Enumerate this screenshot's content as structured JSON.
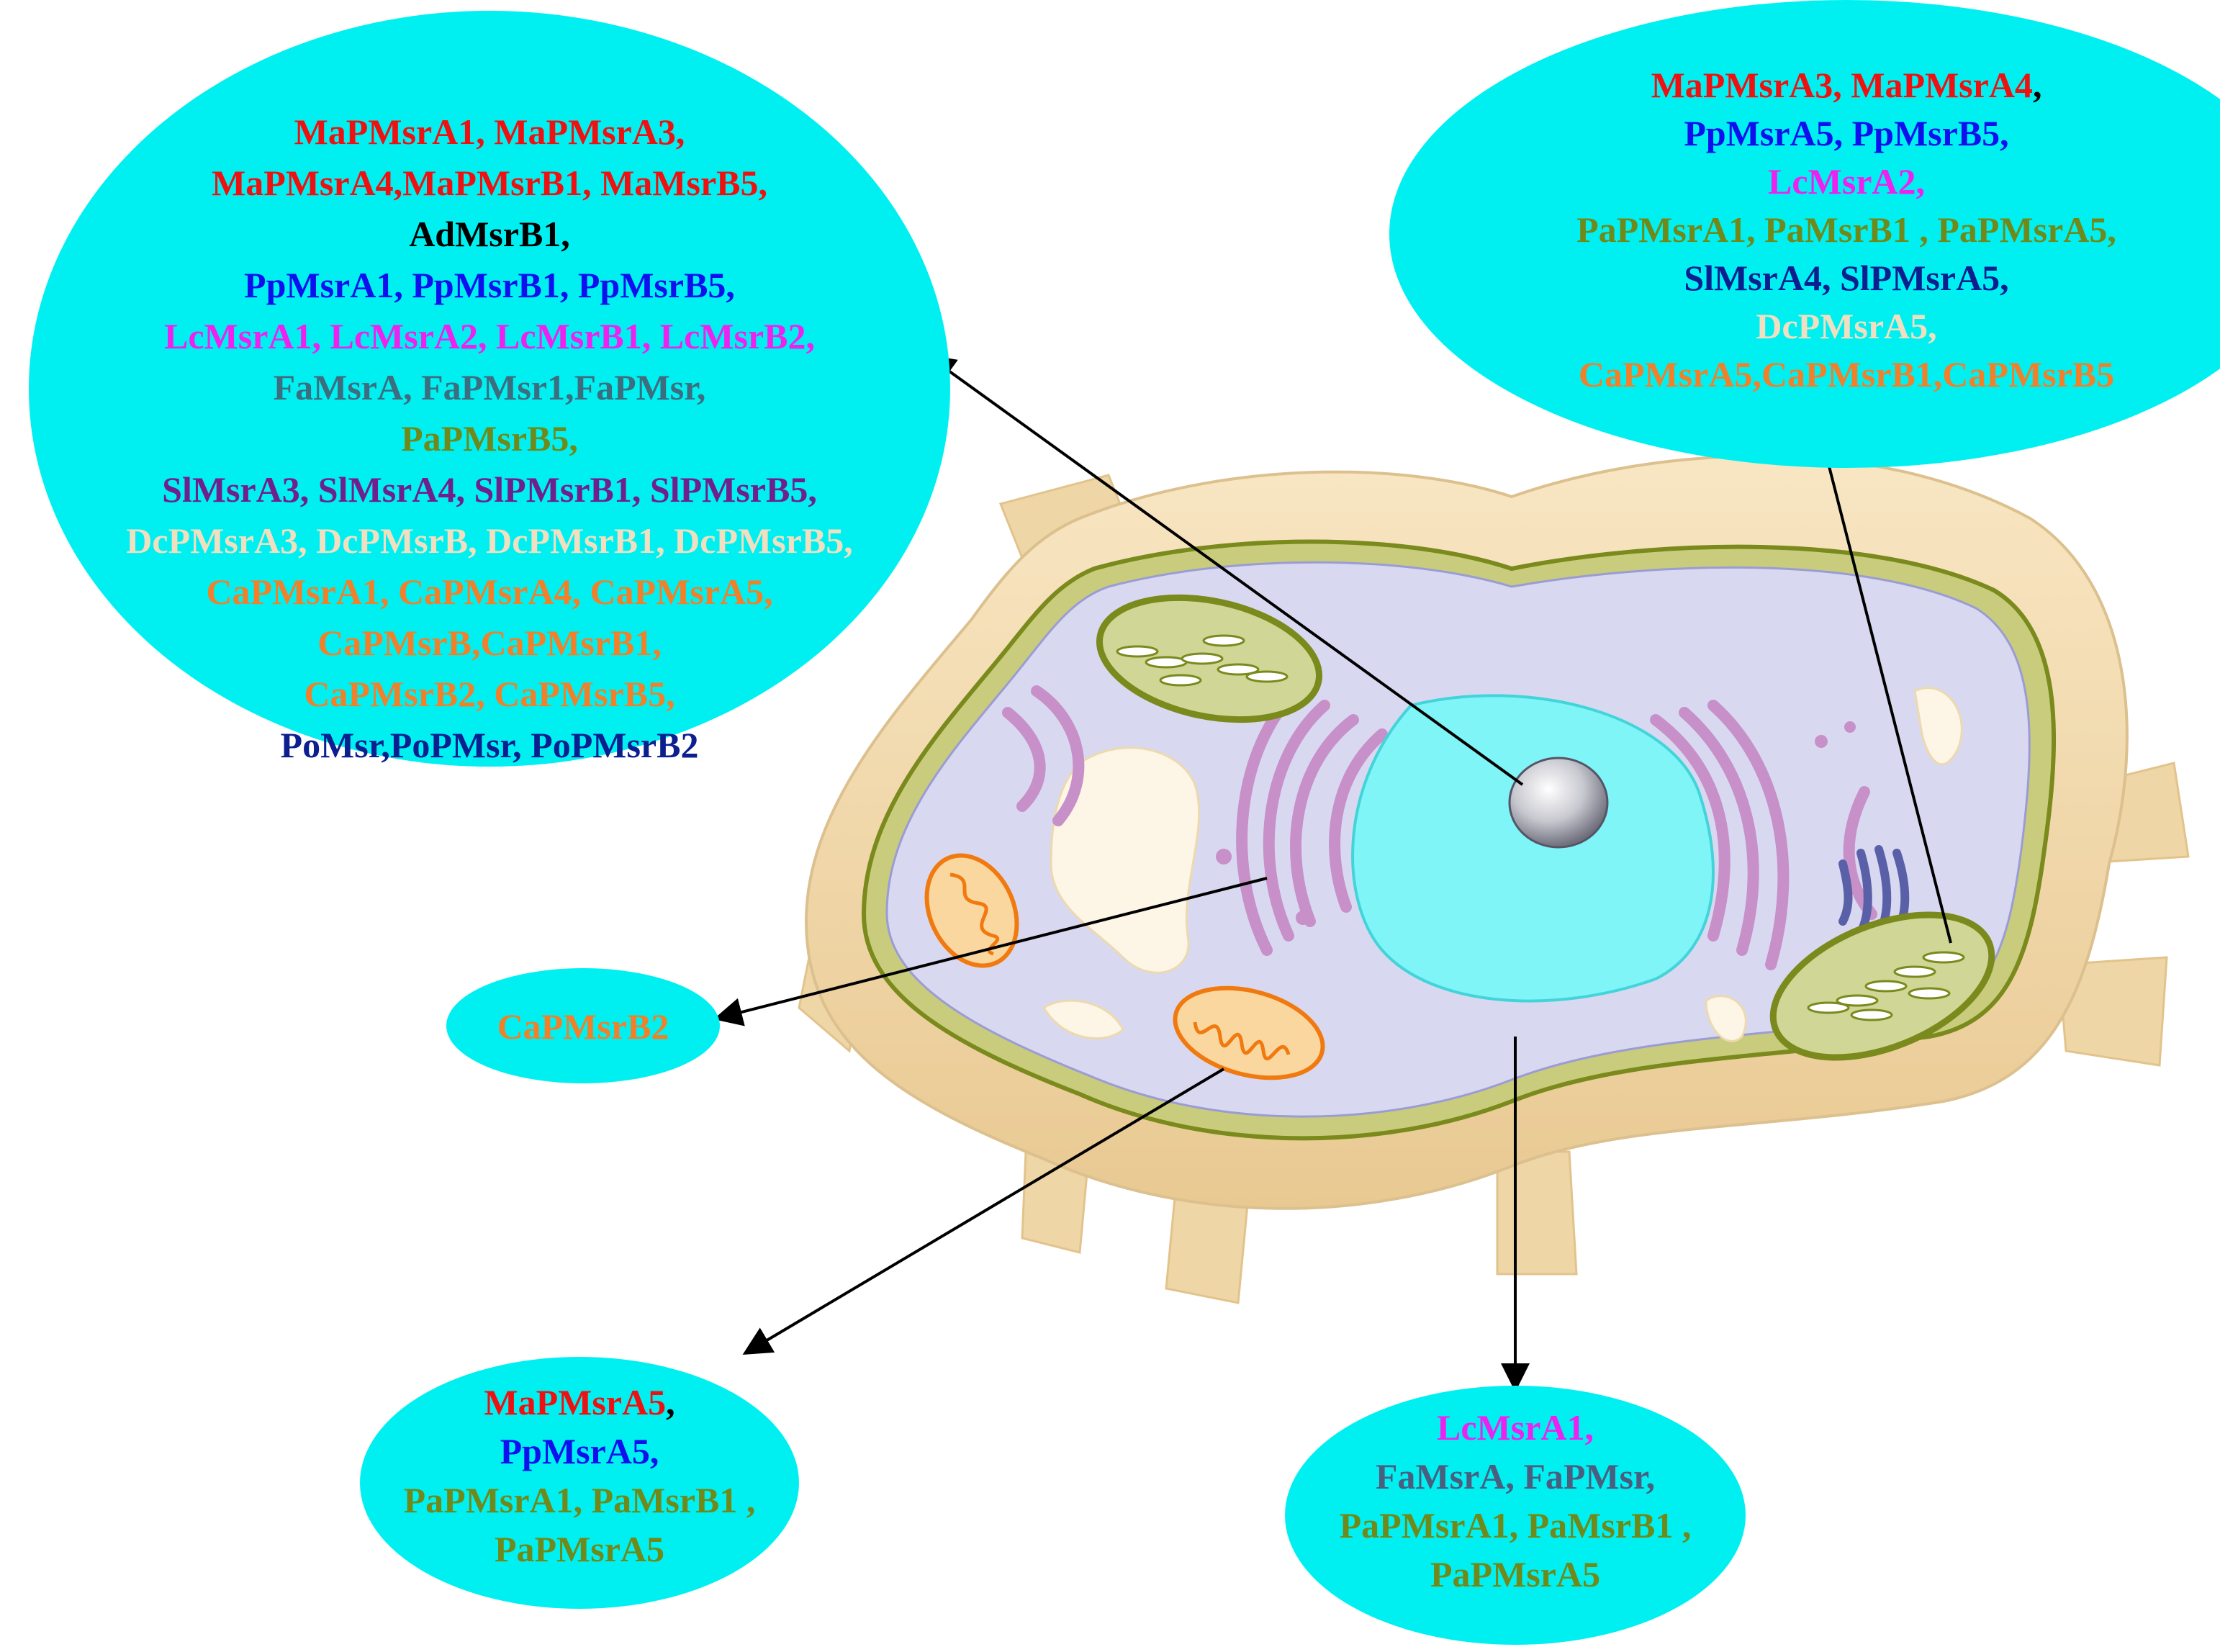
{
  "colors": {
    "bubble": "#00f0f2",
    "red": "#ee1111",
    "black": "#000000",
    "blue": "#1010ee",
    "magenta": "#ee22ee",
    "teal": "#3c6e80",
    "olive": "#6f8a1a",
    "purple": "#70208a",
    "beige": "#f2dfc0",
    "orange": "#f0802a",
    "navy": "#0c1f8f",
    "slate": "#4a5f80"
  },
  "bubbles": {
    "nucleus": {
      "lines": [
        [
          {
            "t": "MaPMsrA1, MaPMsrA3,",
            "c": "red"
          }
        ],
        [
          {
            "t": "MaPMsrA4,MaPMsrB1, MaMsrB5,",
            "c": "red"
          }
        ],
        [
          {
            "t": "AdMsrB1,",
            "c": "black"
          }
        ],
        [
          {
            "t": "PpMsrA1, PpMsrB1, PpMsrB5,",
            "c": "blue"
          }
        ],
        [
          {
            "t": "LcMsrA1, LcMsrA2, LcMsrB1, LcMsrB2,",
            "c": "magenta"
          }
        ],
        [
          {
            "t": "FaMsrA, FaPMsr1,FaPMsr,",
            "c": "teal"
          }
        ],
        [
          {
            "t": "PaPMsrB5,",
            "c": "olive"
          }
        ],
        [
          {
            "t": "SlMsrA3, SlMsrA4, SlPMsrB1, SlPMsrB5,",
            "c": "purple"
          }
        ],
        [
          {
            "t": "DcPMsrA3, DcPMsrB, DcPMsrB1, DcPMsrB5,",
            "c": "beige"
          }
        ],
        [
          {
            "t": "CaPMsrA1, CaPMsrA4, CaPMsrA5,",
            "c": "orange"
          }
        ],
        [
          {
            "t": "CaPMsrB,CaPMsrB1,",
            "c": "orange"
          }
        ],
        [
          {
            "t": "CaPMsrB2, CaPMsrB5,",
            "c": "orange"
          }
        ],
        [
          {
            "t": "PoMsr,PoPMsr, PoPMsrB2",
            "c": "navy"
          }
        ]
      ]
    },
    "chloroplast": {
      "lines": [
        [
          {
            "t": "MaPMsrA3, MaPMsrA4",
            "c": "red"
          },
          {
            "t": ",",
            "c": "black"
          }
        ],
        [
          {
            "t": "PpMsrA5, PpMsrB5,",
            "c": "blue"
          }
        ],
        [
          {
            "t": "LcMsrA2,",
            "c": "magenta"
          }
        ],
        [
          {
            "t": "PaPMsrA1, PaMsrB1 , PaPMsrA5,",
            "c": "olive"
          }
        ],
        [
          {
            "t": "SlMsrA4, SlPMsrA5,",
            "c": "navy"
          }
        ],
        [
          {
            "t": "DcPMsrA5,",
            "c": "beige"
          }
        ],
        [
          {
            "t": "CaPMsrA5,CaPMsrB1,CaPMsrB5",
            "c": "orange"
          }
        ]
      ]
    },
    "golgi": {
      "lines": [
        [
          {
            "t": "CaPMsrB2",
            "c": "orange"
          }
        ]
      ]
    },
    "mitochondrion": {
      "lines": [
        [
          {
            "t": "MaPMsrA5",
            "c": "red"
          },
          {
            "t": ",",
            "c": "black"
          }
        ],
        [
          {
            "t": "PpMsrA5,",
            "c": "blue"
          }
        ],
        [
          {
            "t": "PaPMsrA1, PaMsrB1 ,",
            "c": "olive"
          }
        ],
        [
          {
            "t": "PaPMsrA5",
            "c": "olive"
          }
        ]
      ]
    },
    "cytoplasm": {
      "lines": [
        [
          {
            "t": "LcMsrA1,",
            "c": "magenta"
          }
        ],
        [
          {
            "t": "FaMsrA, FaPMsr,",
            "c": "slate"
          }
        ],
        [
          {
            "t": "PaPMsrA1, PaMsrB1 ,",
            "c": "olive"
          }
        ],
        [
          {
            "t": "PaPMsrA5",
            "c": "olive"
          }
        ]
      ]
    }
  }
}
